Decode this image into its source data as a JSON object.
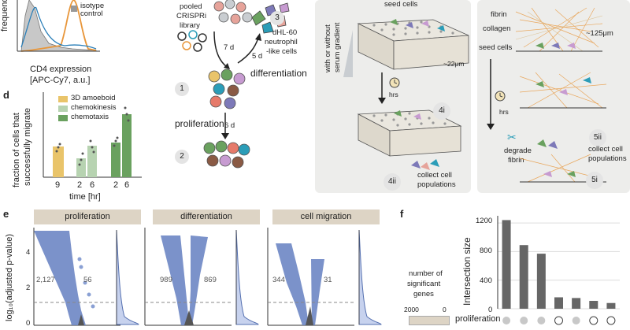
{
  "panel_c": {
    "ylabel": "frequency",
    "legend": "isotype control",
    "xlabel_line1": "CD4 expression",
    "xlabel_line2": "[APC-Cy7, a.u.]"
  },
  "panel_d": {
    "letter": "d",
    "ylabel_line1": "fraction of cells that",
    "ylabel_line2": "successfully migrate",
    "xlabel": "time [hr]",
    "legend": [
      "3D amoeboid",
      "chemokinesis",
      "chemotaxis"
    ],
    "colors": {
      "amoeboid": "#e9c46a",
      "chemokinesis": "#b7d3b1",
      "chemotaxis": "#6aa15f"
    }
  },
  "schematic": {
    "library": [
      "pooled",
      "CRISPRi",
      "library"
    ],
    "days_7": "7 d",
    "days_5": "5 d",
    "days_6": "6 d",
    "step1": "1",
    "step2": "2",
    "step3": "3",
    "differentiation": "differentiation",
    "proliferation": "proliferation",
    "neutrophil": [
      "dHL-60",
      "neutrophil",
      "-like cells"
    ],
    "seed_cells": "seed cells",
    "gradient": [
      "with or without",
      "serum gradient"
    ],
    "depth_22": "~22μm",
    "hrs": "hrs",
    "step4i": "4i",
    "step4ii": "4ii",
    "collect": [
      "collect cell",
      "populations"
    ],
    "fibrin": "fibrin",
    "collagen": "collagen",
    "seed_cells_3d": "seed cells",
    "depth_125": "~125μm",
    "hrs_3d": "hrs",
    "step5ii": "5ii",
    "step5i": "5i",
    "collect_3d": [
      "collect cell",
      "populations"
    ],
    "degrade": [
      "degrade",
      "fibrin"
    ]
  },
  "panel_e": {
    "letter": "e",
    "ylabel": "log₁₀(adjusted p-value)",
    "yticks": [
      "0",
      "2",
      "4"
    ],
    "panels": [
      {
        "title": "proliferation",
        "left_count": "2,127",
        "right_count": "56"
      },
      {
        "title": "differentiation",
        "left_count": "989",
        "right_count": "869"
      },
      {
        "title": "cell migration",
        "left_count": "344",
        "right_count": "31"
      }
    ]
  },
  "panel_f": {
    "letter": "f",
    "ylabel": "Intersection size",
    "yticks": [
      "0",
      "400",
      "800",
      "1200"
    ],
    "label_lines": [
      "number of",
      "significant",
      "genes"
    ],
    "axis_left": "2000",
    "axis_right": "0",
    "set_label": "proliferation",
    "chart_data": {
      "type": "bar",
      "values": [
        1240,
        890,
        770,
        160,
        150,
        110,
        80
      ],
      "ylim": [
        0,
        1300
      ]
    }
  }
}
